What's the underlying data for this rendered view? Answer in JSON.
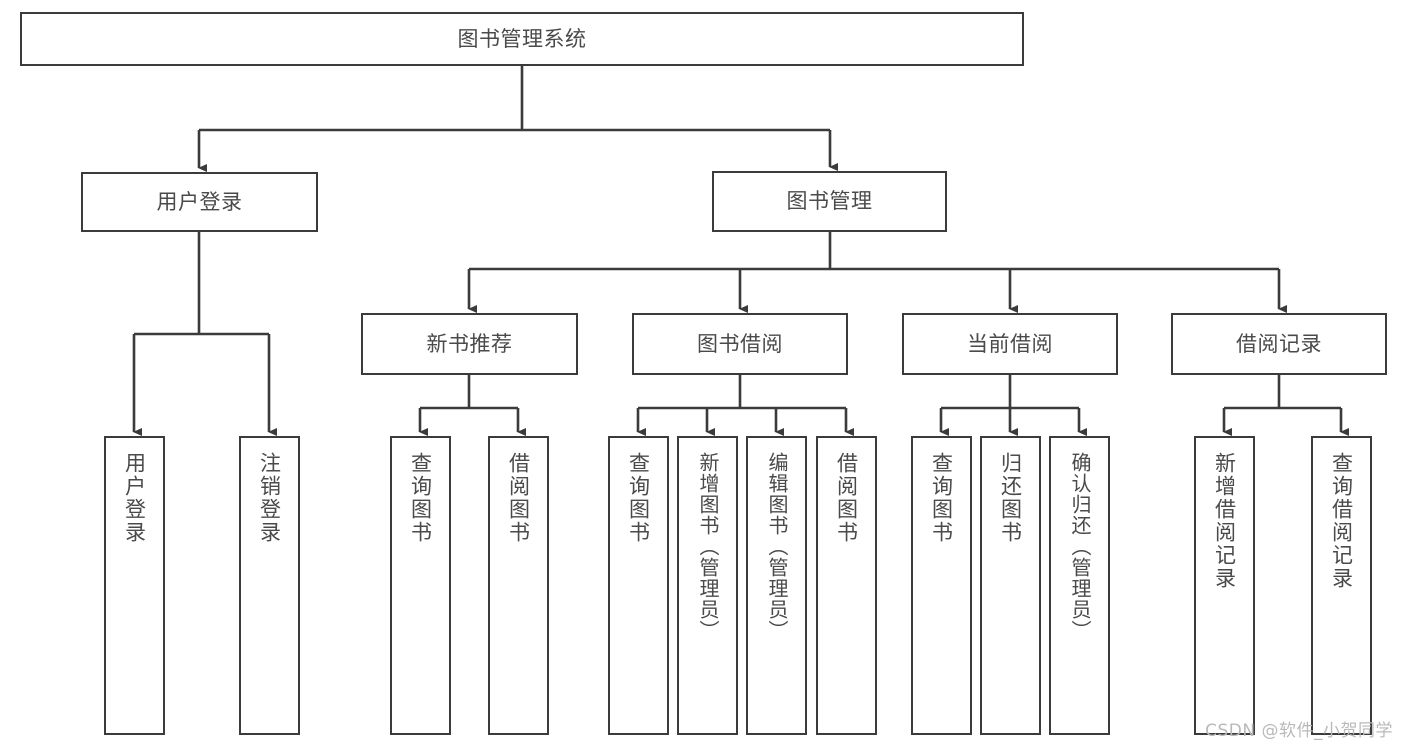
{
  "diagram": {
    "title": "图书管理系统",
    "type": "tree-hierarchy-chart",
    "colors": {
      "stroke": "#3b3b3b",
      "fill": "#ffffff",
      "text": "#4a4a4a",
      "watermark": "#b9b9b9"
    },
    "root": {
      "id": "root",
      "label": "图书管理系统"
    },
    "level1": [
      {
        "id": "user-login",
        "label": "用户登录"
      },
      {
        "id": "book-manage",
        "label": "图书管理"
      }
    ],
    "level2": [
      {
        "id": "new-book-recommend",
        "label": "新书推荐",
        "parent": "book-manage"
      },
      {
        "id": "book-borrow",
        "label": "图书借阅",
        "parent": "book-manage"
      },
      {
        "id": "current-borrow",
        "label": "当前借阅",
        "parent": "book-manage"
      },
      {
        "id": "borrow-record",
        "label": "借阅记录",
        "parent": "book-manage"
      }
    ],
    "leaves": {
      "user-login": [
        {
          "id": "leaf-user-login",
          "label": "用户登录"
        },
        {
          "id": "leaf-user-logout",
          "label": "注销登录"
        }
      ],
      "new-book-recommend": [
        {
          "id": "leaf-query-book-1",
          "label": "查询图书"
        },
        {
          "id": "leaf-borrow-book-1",
          "label": "借阅图书"
        }
      ],
      "book-borrow": [
        {
          "id": "leaf-query-book-2",
          "label": "查询图书"
        },
        {
          "id": "leaf-add-book",
          "label": "新增图书（管理员）"
        },
        {
          "id": "leaf-edit-book",
          "label": "编辑图书（管理员）"
        },
        {
          "id": "leaf-borrow-book-2",
          "label": "借阅图书"
        }
      ],
      "current-borrow": [
        {
          "id": "leaf-query-book-3",
          "label": "查询图书"
        },
        {
          "id": "leaf-return-book",
          "label": "归还图书"
        },
        {
          "id": "leaf-confirm-return",
          "label": "确认归还（管理员）"
        }
      ],
      "borrow-record": [
        {
          "id": "leaf-add-record",
          "label": "新增借阅记录"
        },
        {
          "id": "leaf-query-record",
          "label": "查询借阅记录"
        }
      ]
    },
    "watermark": "CSDN @软件_小贺同学"
  }
}
